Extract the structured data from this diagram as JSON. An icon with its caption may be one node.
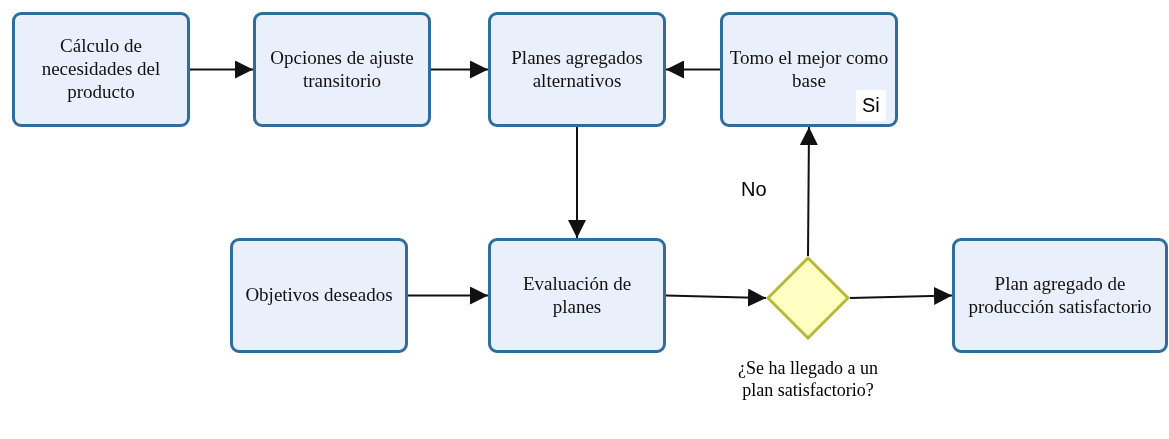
{
  "diagram": {
    "nodes": [
      {
        "text": [
          "Cálculo de necesidades del producto"
        ]
      },
      {
        "text": [
          "Opciones de ajuste transitorio"
        ]
      },
      {
        "text": [
          "Planes agregados alternativos"
        ]
      },
      {
        "text": [
          "Tomo el mejor como base"
        ]
      },
      {
        "text": [
          "Objetivos deseados"
        ]
      },
      {
        "text": [
          "Evaluación de planes"
        ]
      },
      {
        "text": [],
        "shape": "diamond",
        "beside": [
          "¿Se ha llegado a un plan satisfactorio?"
        ]
      },
      {
        "text": [
          "Plan agregado de producción satisfactorio"
        ]
      }
    ],
    "edges": [
      {
        "from": 0,
        "to": 1,
        "arrow": "to"
      },
      {
        "from": 1,
        "to": 2,
        "arrow": "to"
      },
      {
        "from": 3,
        "to": 2,
        "arrow": "to"
      },
      {
        "from": 2,
        "to": 5,
        "arrow": "to"
      },
      {
        "from": 4,
        "to": 5,
        "arrow": "to"
      },
      {
        "from": 5,
        "to": 6,
        "arrow": "to"
      },
      {
        "from": 6,
        "to": 3,
        "arrow": "to"
      },
      {
        "from": 6,
        "to": 7,
        "arrow": "to"
      }
    ],
    "labels": [
      "Si",
      "No"
    ]
  }
}
